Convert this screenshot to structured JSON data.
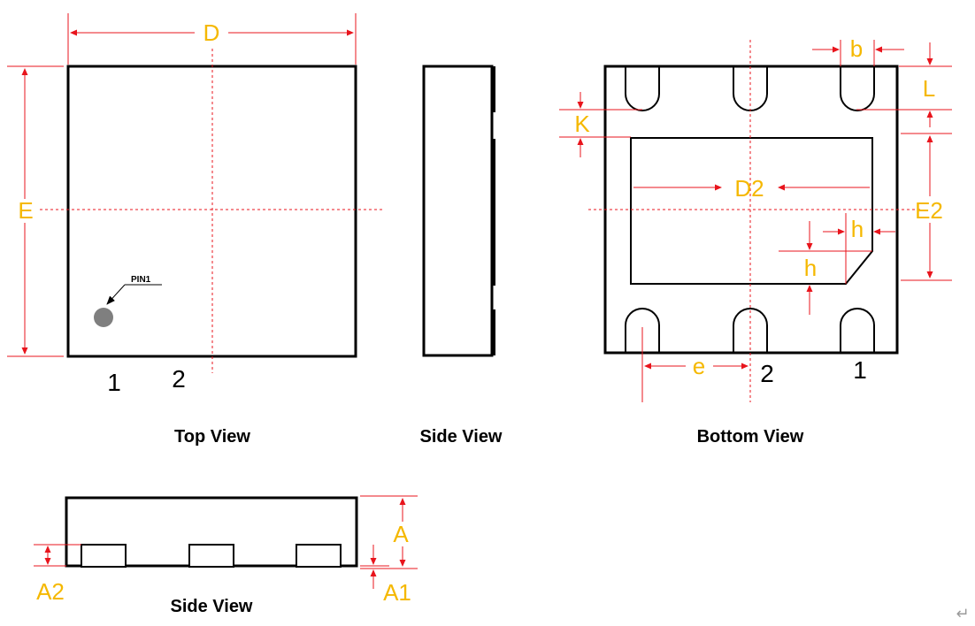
{
  "colors": {
    "outline": "#000000",
    "dimension": "#e8141c",
    "label": "#f5b800",
    "pin1_dot": "#7f7f7f"
  },
  "dimensions": {
    "D": "D",
    "E": "E",
    "b": "b",
    "L": "L",
    "K": "K",
    "D2": "D2",
    "E2": "E2",
    "h": "h",
    "e": "e",
    "A": "A",
    "A1": "A1",
    "A2": "A2"
  },
  "pins": {
    "top_1": "1",
    "top_2": "2",
    "bottom_2": "2",
    "bottom_1": "1",
    "pin1_label": "PIN1"
  },
  "views": {
    "top": "Top View",
    "side_right": "Side View",
    "bottom": "Bottom View",
    "side_bottom": "Side View"
  },
  "return_mark": "↵"
}
